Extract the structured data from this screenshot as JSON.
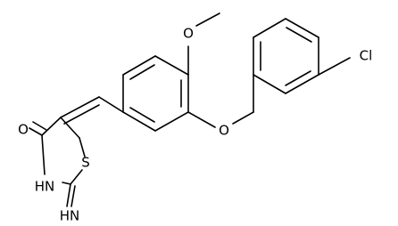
{
  "atoms": {
    "o_carbonyl": "O",
    "s_ring": "S",
    "nh_ring": "HN",
    "nh_imine": "HN",
    "o_methoxy": "O",
    "o_ether": "O",
    "cl": "Cl"
  }
}
